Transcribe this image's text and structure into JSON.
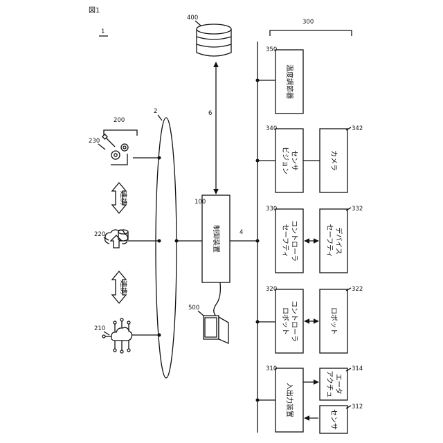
{
  "figure_label": "図1",
  "system_ref": "1",
  "refs": {
    "network_200": "200",
    "bus_300": "300",
    "network_2": "2",
    "link_6": "6",
    "bus_4": "4",
    "database": "400",
    "laptop": "500",
    "controller": "100",
    "gear_device": "230",
    "storage_device": "220",
    "cloud_hub": "210",
    "temp": "350",
    "vision": "340",
    "camera": "342",
    "safety_ctrl": "330",
    "safety_dev": "332",
    "robot_ctrl": "320",
    "robot": "322",
    "io": "310",
    "actuator": "314",
    "sensor": "312"
  },
  "labels": {
    "controller": "制御装置",
    "temp": "温度調節器",
    "vision": "ビジョン\nセンサ",
    "camera": "カメラ",
    "safety_ctrl": "セーフティ\nコントローラ",
    "safety_dev": "セーフティ\nデバイス",
    "robot_ctrl": "ロボット\nコントローラ",
    "robot": "ロボット",
    "io": "入出力装置",
    "actuator": "アクチュ\nエータ",
    "sensor": "センサ",
    "link_a": "連携",
    "link_b": "連携"
  }
}
